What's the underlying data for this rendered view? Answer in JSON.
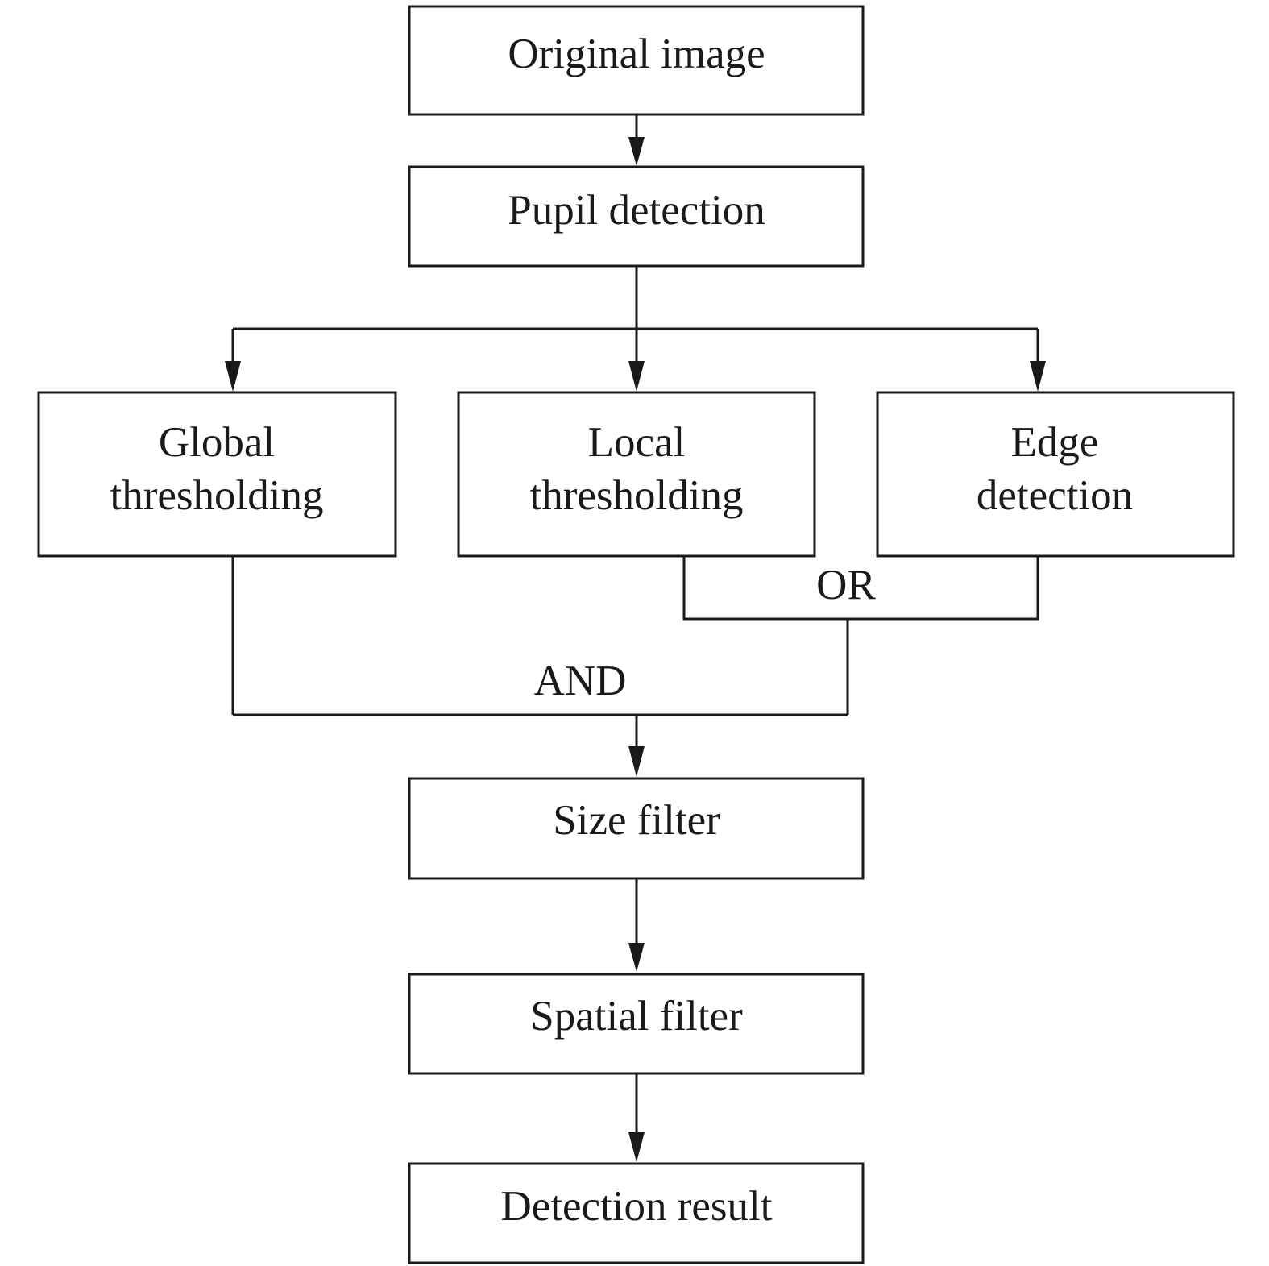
{
  "nodes": {
    "original_image": "Original image",
    "pupil_detection": "Pupil detection",
    "global_thresholding": [
      "Global",
      "thresholding"
    ],
    "local_thresholding": [
      "Local",
      "thresholding"
    ],
    "edge_detection": [
      "Edge",
      "detection"
    ],
    "size_filter": "Size filter",
    "spatial_filter": "Spatial filter",
    "detection_result": "Detection result"
  },
  "gates": {
    "or": "OR",
    "and": "AND"
  },
  "colors": {
    "line": "#1a1a1a",
    "background": "#ffffff"
  }
}
